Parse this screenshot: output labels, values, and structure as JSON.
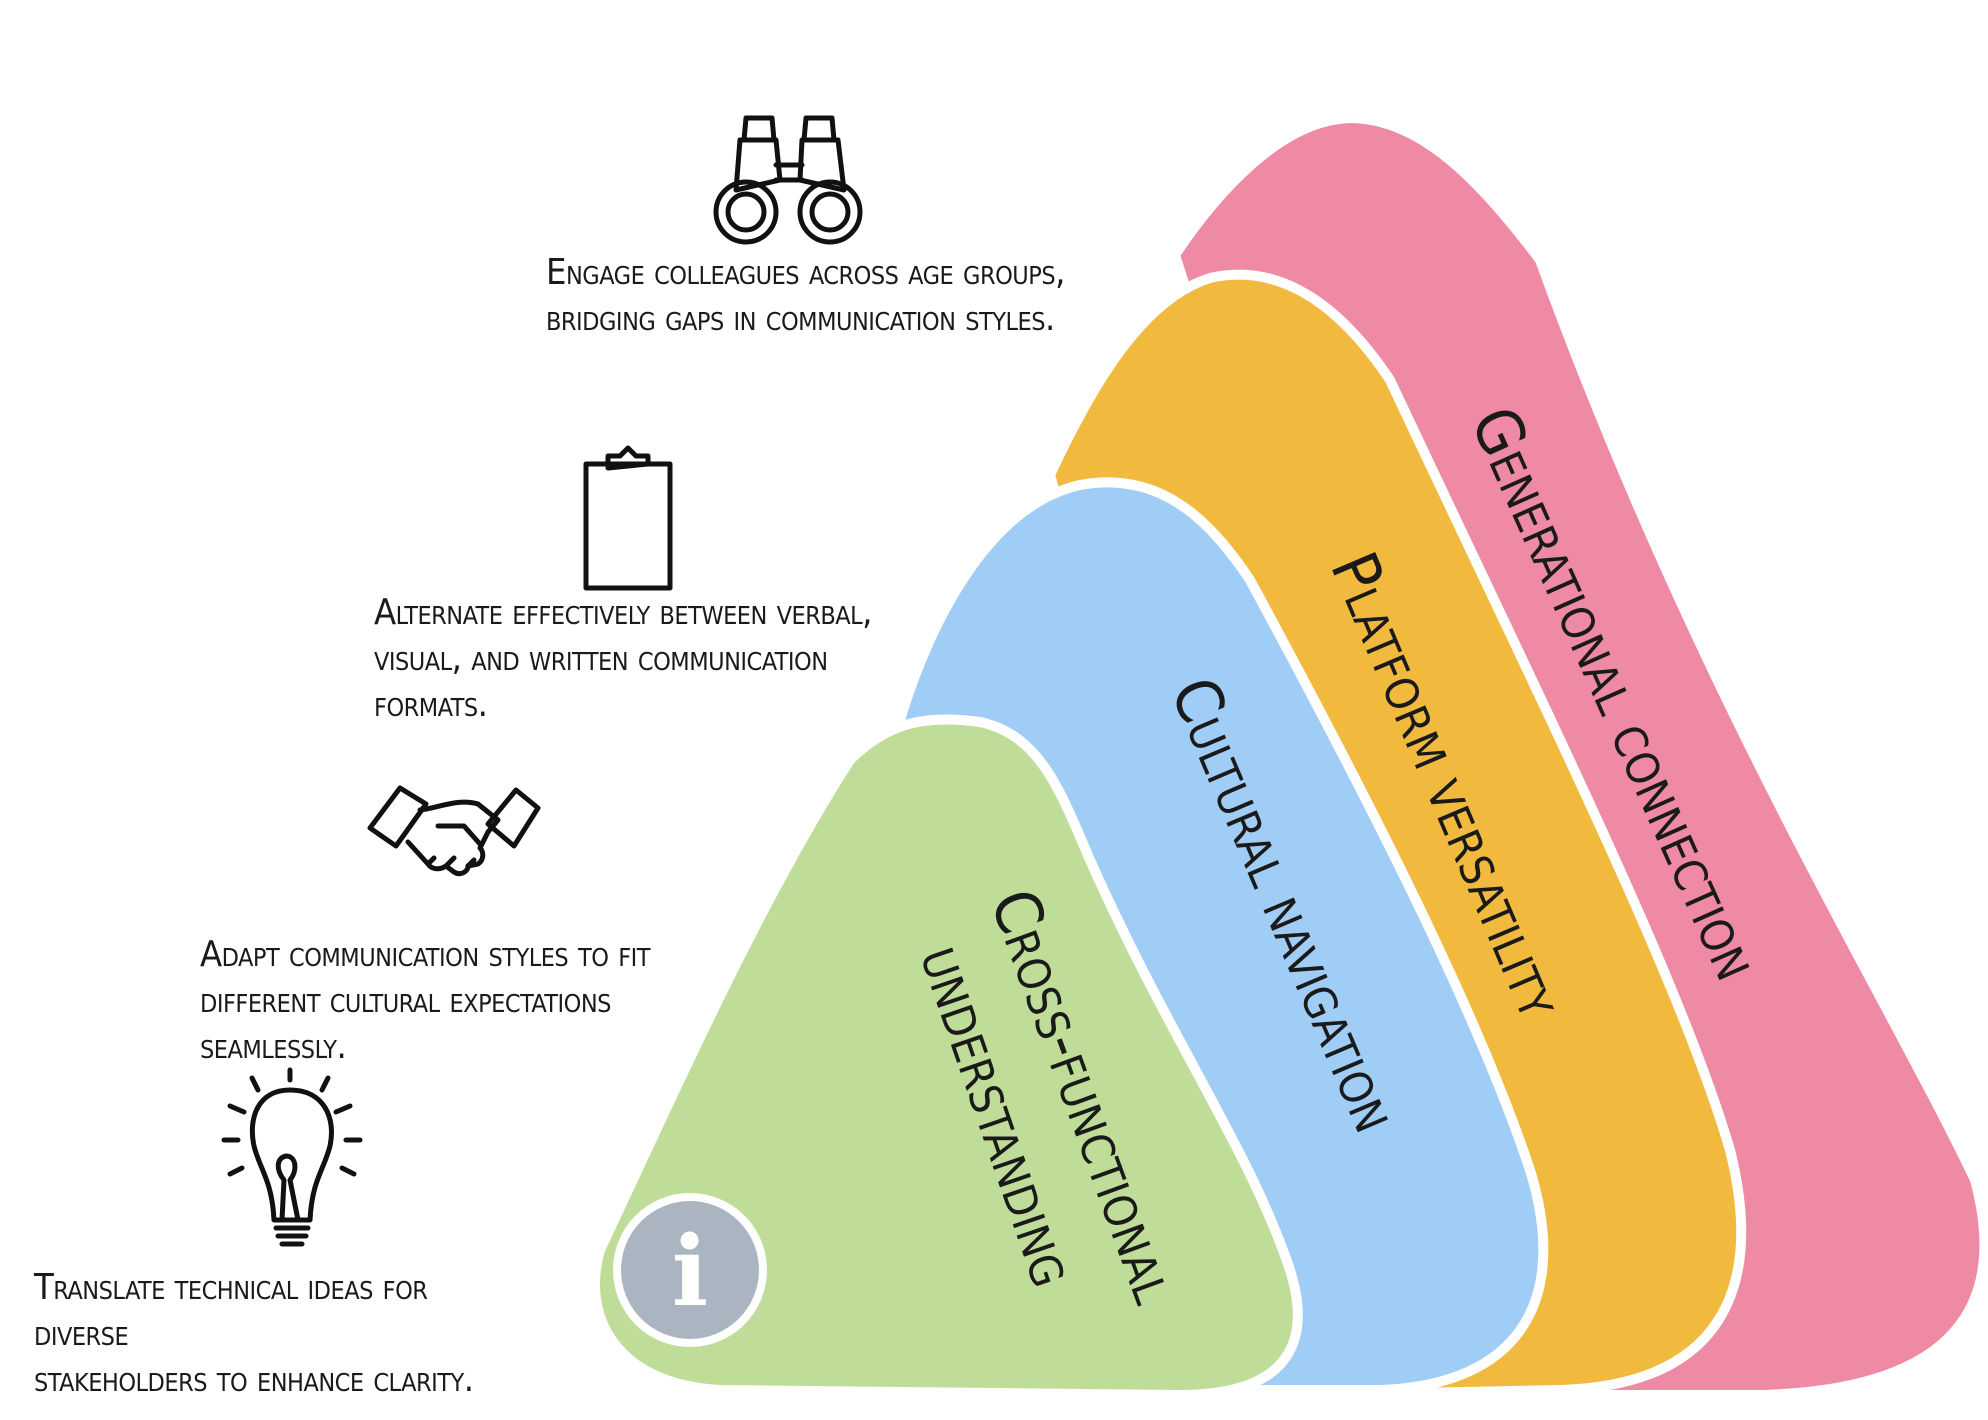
{
  "layers": [
    {
      "label": "Generational connection",
      "color": "#EF8AA5",
      "description": "Engage colleagues across age groups,\nbridging gaps in communication styles.",
      "icon": "binoculars-icon"
    },
    {
      "label": "Platform versatility",
      "color": "#F1BA3F",
      "description": "Alternate effectively between verbal,\nvisual, and written communication\nformats.",
      "icon": "clipboard-icon"
    },
    {
      "label": "Cultural navigation",
      "color": "#A0CDF5",
      "description": "Adapt communication styles to fit\ndifferent cultural expectations\nseamlessly.",
      "icon": "handshake-icon"
    },
    {
      "label_line1": "Cross-functional",
      "label_line2": "understanding",
      "color": "#BFDD99",
      "description": "Translate technical ideas for diverse\nstakeholders to enhance clarity.",
      "icon": "lightbulb-icon"
    }
  ],
  "info_badge": {
    "glyph": "i",
    "color": "#ABB5C1",
    "icon": "info-icon"
  }
}
